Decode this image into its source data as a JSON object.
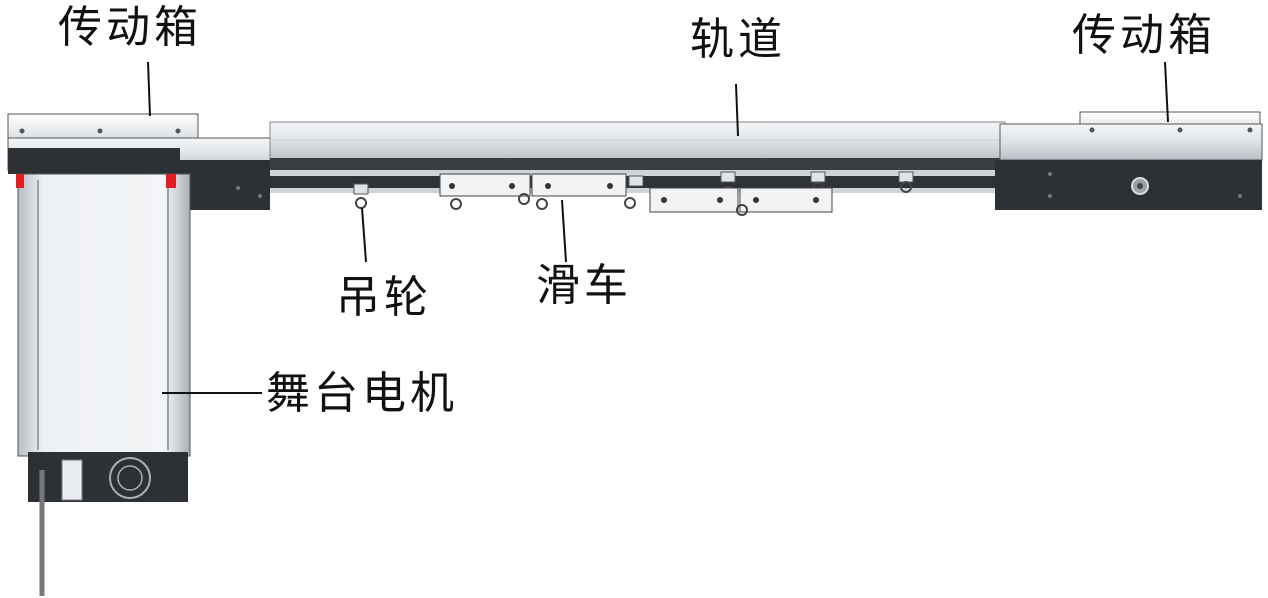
{
  "labels": {
    "gearbox_left": "传动箱",
    "gearbox_right": "传动箱",
    "track": "轨道",
    "pulley": "吊轮",
    "carriage": "滑车",
    "stage_motor": "舞台电机"
  },
  "colors": {
    "metal_light": "#e9ecef",
    "metal_mid": "#bfc5cc",
    "metal_dark": "#2c2f33",
    "indicator_red": "#e02020"
  }
}
